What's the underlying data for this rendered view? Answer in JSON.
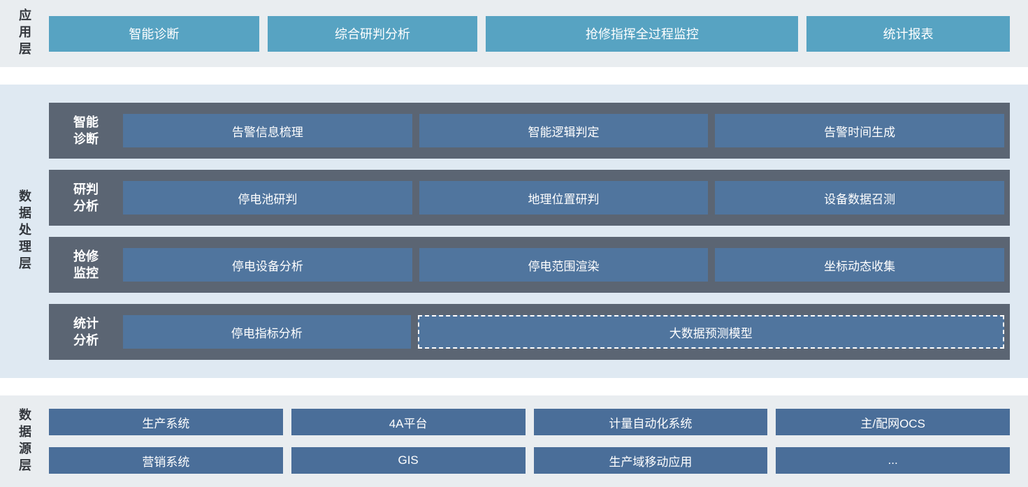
{
  "app_layer": {
    "label": "应用层",
    "items": [
      {
        "label": "智能诊断"
      },
      {
        "label": "综合研判分析"
      },
      {
        "label": "抢修指挥全过程监控"
      },
      {
        "label": "统计报表"
      }
    ]
  },
  "processing_layer": {
    "label": "数据处理层",
    "rows": [
      {
        "label": "智能诊断",
        "items": [
          "告警信息梳理",
          "智能逻辑判定",
          "告警时间生成"
        ]
      },
      {
        "label": "研判分析",
        "items": [
          "停电池研判",
          "地理位置研判",
          "设备数据召测"
        ]
      },
      {
        "label": "抢修监控",
        "items": [
          "停电设备分析",
          "停电范围渲染",
          "坐标动态收集"
        ]
      },
      {
        "label": "统计分析",
        "items": [
          "停电指标分析",
          "大数据预测模型"
        ]
      }
    ]
  },
  "source_layer": {
    "label": "数据源层",
    "rows": [
      [
        "生产系统",
        "4A平台",
        "计量自动化系统",
        "主/配网OCS"
      ],
      [
        "营销系统",
        "GIS",
        "生产域移动应用",
        "..."
      ]
    ]
  },
  "colors": {
    "app_button": "#57a3c2",
    "row_container": "#5b6573",
    "process_box": "#50759e",
    "source_box": "#4a6e99",
    "band_gray": "#e9edf0",
    "band_blue": "#dfe9f2",
    "label_text": "#33373d",
    "box_text": "#ffffff"
  }
}
